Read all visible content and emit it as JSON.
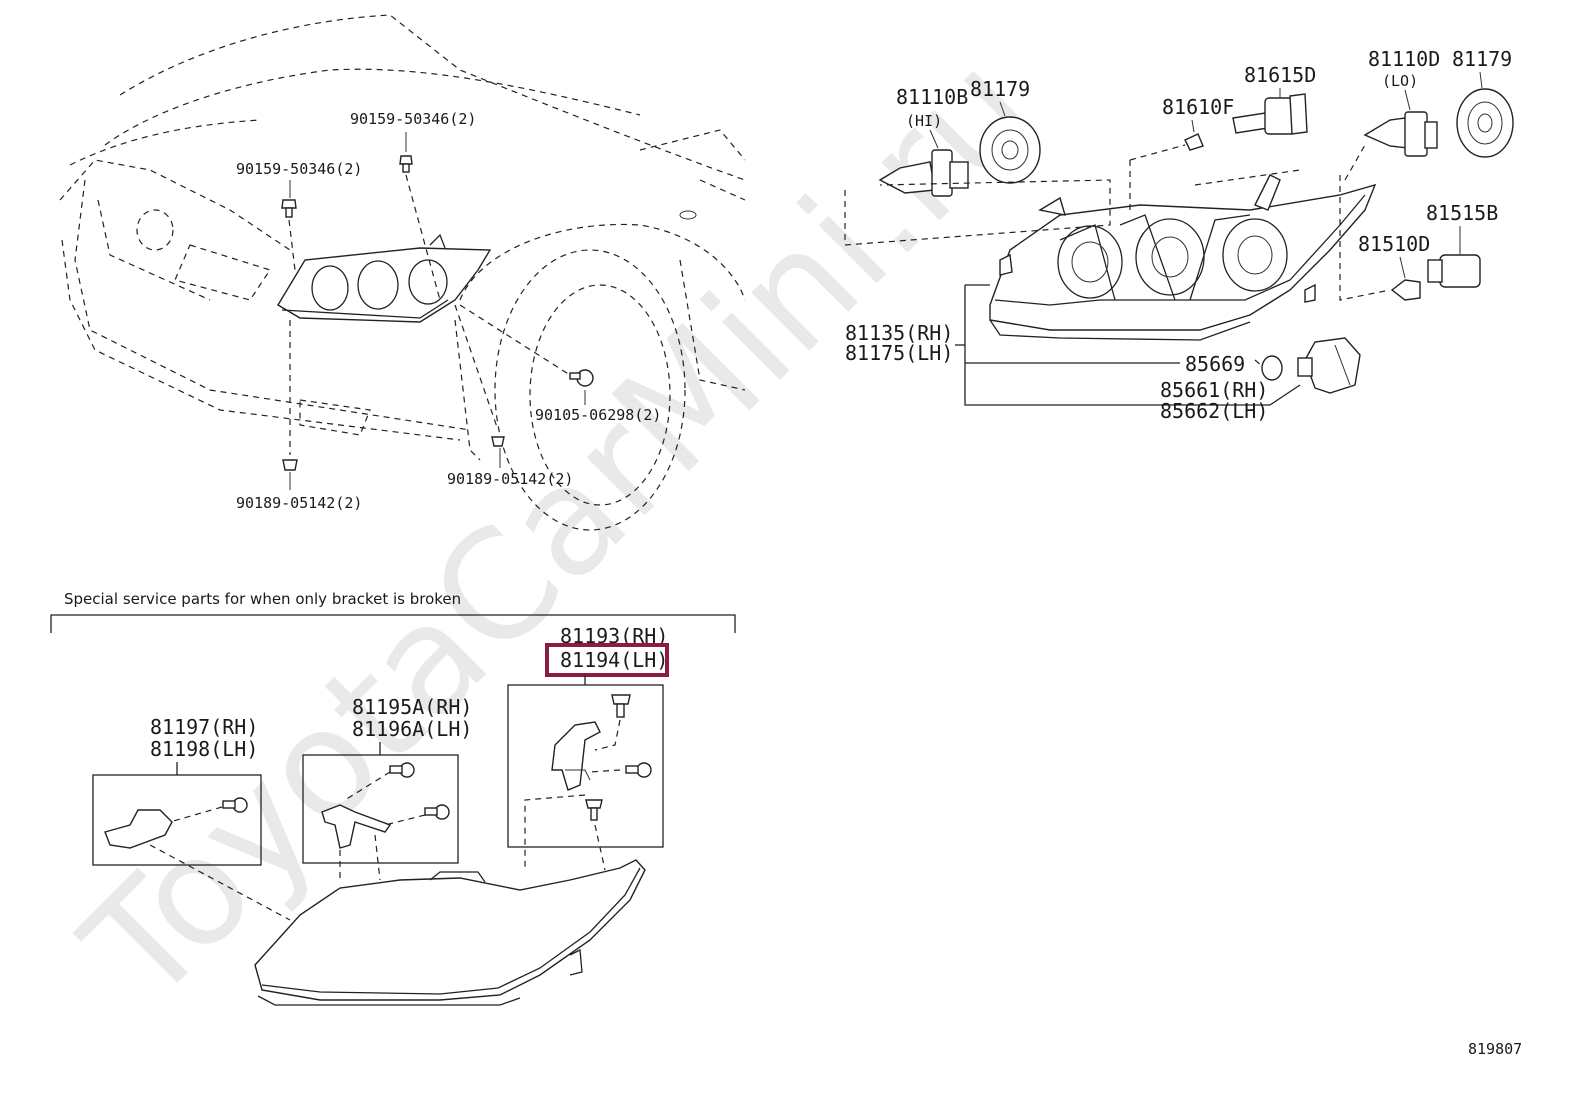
{
  "watermark": "ToyotaCarMini.ru",
  "diagram_id": "819807",
  "highlight_color": "#8b1e3f",
  "vehicle_labels": {
    "bolt_top_right": "90159-50346(2)",
    "bolt_top_left": "90159-50346(2)",
    "bolt_center": "90105-06298(2)",
    "clip_right": "90189-05142(2)",
    "clip_bottom": "90189-05142(2)"
  },
  "assembly_labels": {
    "bulb_hi": "81110B",
    "bulb_hi_note": "(HI)",
    "cover_left": "81179",
    "socket_top": "81615D",
    "bulb_small": "81610F",
    "bulb_lo": "81110D",
    "bulb_lo_note": "(LO)",
    "cover_right": "81179",
    "socket_right": "81515B",
    "bulb_right": "81510D",
    "unit_rh": "81135(RH)",
    "unit_lh": "81175(LH)",
    "oring": "85669",
    "motor_rh": "85661(RH)",
    "motor_lh": "85662(LH)"
  },
  "service_section": {
    "note": "Special service parts for when only bracket is broken",
    "bracket_a_rh": "81193(RH)",
    "bracket_a_lh": "81194(LH)",
    "bracket_b_rh": "81195A(RH)",
    "bracket_b_lh": "81196A(LH)",
    "bracket_c_rh": "81197(RH)",
    "bracket_c_lh": "81198(LH)"
  }
}
